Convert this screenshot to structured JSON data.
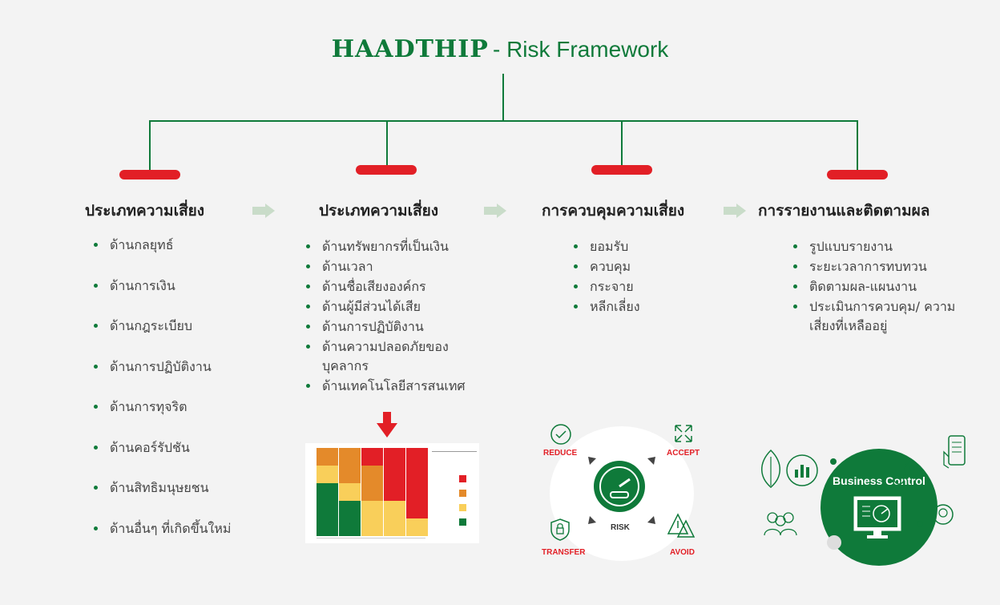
{
  "header": {
    "brand": "HAADTHIP",
    "subtitle": "- Risk Framework"
  },
  "columns": [
    {
      "heading": "ประเภทความเสี่ยง",
      "items": [
        "ด้านกลยุทธ์",
        "ด้านการเงิน",
        "ด้านกฎระเบียบ",
        "ด้านการปฏิบัติงาน",
        "ด้านการทุจริต",
        "ด้านคอร์รัปชัน",
        "ด้านสิทธิมนุษยชน",
        "ด้านอื่นๆ ที่เกิดขึ้นใหม่"
      ]
    },
    {
      "heading": "ประเภทความเสี่ยง",
      "items": [
        "ด้านทรัพยากรที่เป็นเงิน",
        "ด้านเวลา",
        "ด้านชื่อเสียงองค์กร",
        "ด้านผู้มีส่วนได้เสีย",
        "ด้านการปฏิบัติงาน",
        "ด้านความปลอดภัยของ บุคลากร",
        "ด้านเทคโนโลยีสารสนเทศ"
      ]
    },
    {
      "heading": "การควบคุมความเสี่ยง",
      "items": [
        "ยอมรับ",
        "ควบคุม",
        "กระจาย",
        "หลีกเลี่ยง"
      ]
    },
    {
      "heading": "การรายงานและติดตามผล",
      "items": [
        "รูปแบบรายงาน",
        "ระยะเวลาการทบทวน",
        "ติดตามผล-แผนงาน",
        "ประเมินการควบคุม/ ความเสี่ยงที่เหลืออยู่"
      ]
    }
  ],
  "risk_wheel": {
    "center": "RISK",
    "reduce": "REDUCE",
    "accept": "ACCEPT",
    "transfer": "TRANSFER",
    "avoid": "AVOID"
  },
  "business": {
    "label": "Business Control"
  },
  "colors": {
    "green": "#0f7a3a",
    "red": "#e21f26",
    "orange": "#e48a2a",
    "yellow": "#f9cf5a",
    "lightgreen": "#6b9e5a",
    "arrow": "#c9dcc9"
  },
  "heatmap": {
    "grid": [
      [
        "orange",
        "orange",
        "red",
        "red",
        "red"
      ],
      [
        "yellow",
        "orange",
        "orange",
        "red",
        "red"
      ],
      [
        "green",
        "yellow",
        "orange",
        "red",
        "red"
      ],
      [
        "green",
        "green",
        "yellow",
        "yellow",
        "red"
      ],
      [
        "green",
        "green",
        "yellow",
        "yellow",
        "yellow"
      ]
    ],
    "legend": [
      "orange",
      "red",
      "orange",
      "yellow",
      "green"
    ]
  }
}
